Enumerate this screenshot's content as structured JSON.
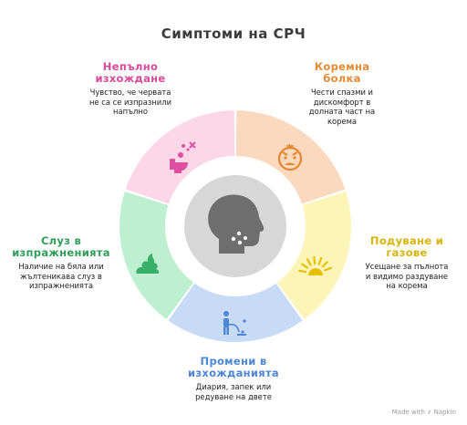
{
  "title": "Симптоми на СРЧ",
  "colors": {
    "pink": "#fcd7e8",
    "peach": "#fbd9be",
    "yellow": "#fdf4b8",
    "blue": "#c7daf6",
    "green": "#bfefd1",
    "center": "#d7d7d7",
    "head": "#6e6e6e"
  },
  "segments": [
    {
      "id": "incomplete",
      "heading_lines": [
        "Непълно",
        "изхождане"
      ],
      "description_lines": [
        "Чувство, че червата",
        "не са се изпразнили",
        "напълно"
      ],
      "text_color": "#d94a9a",
      "icon_color": "#de4f9f",
      "icon": "toilet-icon"
    },
    {
      "id": "pain",
      "heading_lines": [
        "Коремна",
        "болка"
      ],
      "description_lines": [
        "Чести спазми и",
        "дискомфорт в",
        "долната част на",
        "корема"
      ],
      "text_color": "#e58a35",
      "icon_color": "#e3862c",
      "icon": "pained-face-icon"
    },
    {
      "id": "bloating",
      "heading_lines": [
        "Подуване и",
        "газове"
      ],
      "description_lines": [
        "Усещане за пълнота",
        "и видимо раздуване",
        "на корема"
      ],
      "text_color": "#d8b30a",
      "icon_color": "#e6c000",
      "icon": "burst-icon"
    },
    {
      "id": "habits",
      "heading_lines": [
        "Промени в",
        "изхожданията"
      ],
      "description_lines": [
        "Диария, запек или",
        "редуване на двете"
      ],
      "text_color": "#4f86d6",
      "icon_color": "#4f86d6",
      "icon": "person-urinating-icon"
    },
    {
      "id": "mucus",
      "heading_lines": [
        "Слуз в",
        "изпражненията"
      ],
      "description_lines": [
        "Наличие на бяла или",
        "жълтеникава слуз в",
        "изпражненията"
      ],
      "text_color": "#2f9e5a",
      "icon_color": "#39b06a",
      "icon": "poop-icon"
    }
  ],
  "footer": "Made with ⸙ Napkin"
}
